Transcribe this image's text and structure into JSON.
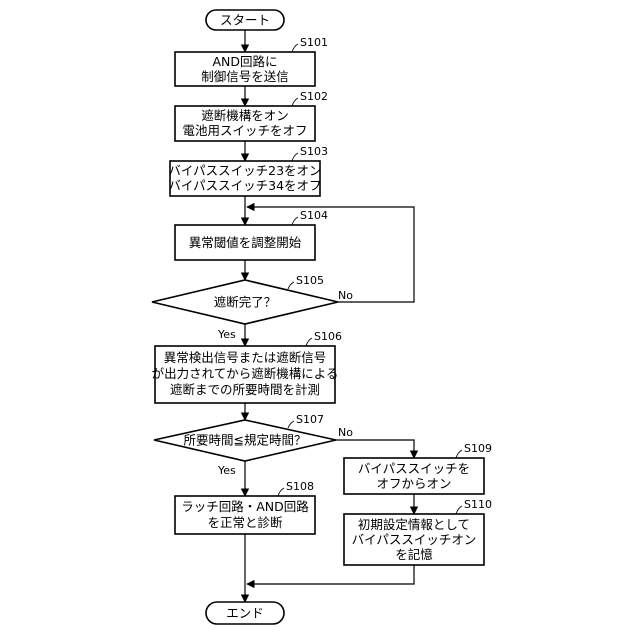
{
  "nodes": {
    "start": {
      "lines": [
        "スタート"
      ]
    },
    "s101": {
      "step": "S101",
      "lines": [
        "AND回路に",
        "制御信号を送信"
      ]
    },
    "s102": {
      "step": "S102",
      "lines": [
        "遮断機構をオン",
        "電池用スイッチをオフ"
      ]
    },
    "s103": {
      "step": "S103",
      "lines": [
        "バイパススイッチ23をオン",
        "バイパススイッチ34をオフ"
      ]
    },
    "s104": {
      "step": "S104",
      "lines": [
        "異常閾値を調整開始"
      ]
    },
    "s105": {
      "step": "S105",
      "lines": [
        "遮断完了？"
      ]
    },
    "s106": {
      "step": "S106",
      "lines": [
        "異常検出信号または遮断信号",
        "が出力されてから遮断機構による",
        "遮断までの所要時間を計測"
      ]
    },
    "s107": {
      "step": "S107",
      "lines": [
        "所要時間≦規定時間？"
      ]
    },
    "s108": {
      "step": "S108",
      "lines": [
        "ラッチ回路・AND回路",
        "を正常と診断"
      ]
    },
    "s109": {
      "step": "S109",
      "lines": [
        "バイパススイッチを",
        "オフからオン"
      ]
    },
    "s110": {
      "step": "S110",
      "lines": [
        "初期設定情報として",
        "バイパススイッチオン",
        "を記憶"
      ]
    },
    "end": {
      "lines": [
        "エンド"
      ]
    }
  },
  "edge_labels": {
    "s105_no": "No",
    "s105_yes": "Yes",
    "s107_no": "No",
    "s107_yes": "Yes"
  }
}
